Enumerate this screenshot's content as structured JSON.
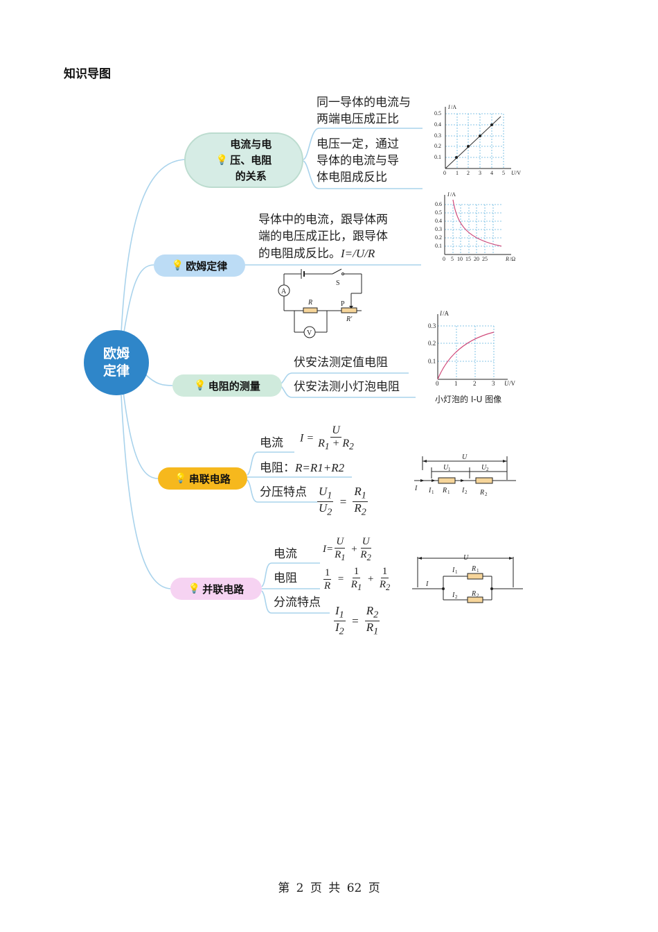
{
  "heading": "知识导图",
  "center": {
    "line1": "欧姆",
    "line2": "定律"
  },
  "nodes": {
    "relation": {
      "line1": "电流与电",
      "line2": "压、电阻",
      "line3": "的关系"
    },
    "ohm": "欧姆定律",
    "measure": "电阻的测量",
    "series": "串联电路",
    "parallel": "并联电路"
  },
  "relation": {
    "t1a": "同一导体的电流与",
    "t1b": "两端电压成正比",
    "t2a": "电压一定，通过",
    "t2b": "导体的电流与导",
    "t2c": "体电阻成反比"
  },
  "ohm": {
    "l1": "导体中的电流，跟导体两",
    "l2": "端的电压成正比，跟导体",
    "l3": "的电阻成反比。",
    "formula": "I=/U/R"
  },
  "measure": {
    "m1": "伏安法测定值电阻",
    "m2": "伏安法测小灯泡电阻",
    "caption": "小灯泡的 I-U 图像"
  },
  "series": {
    "current_label": "电流",
    "resistance_label": "电阻：",
    "resistance_formula": "R=R1+R2",
    "divider_label": "分压特点"
  },
  "parallel": {
    "current_label": "电流",
    "resistance_label": "电阻",
    "divider_label": "分流特点"
  },
  "footer": "第 2 页 共 62 页",
  "colors": {
    "center": "#2f86c9",
    "branch_line": "#a9d3ec",
    "relation": "#d6ece5",
    "ohm": "#bcdcf5",
    "measure": "#cfeadc",
    "series": "#f6b81d",
    "parallel": "#f6d3f2",
    "curve": "#d04a7a",
    "grid": "#5fb4e0"
  }
}
